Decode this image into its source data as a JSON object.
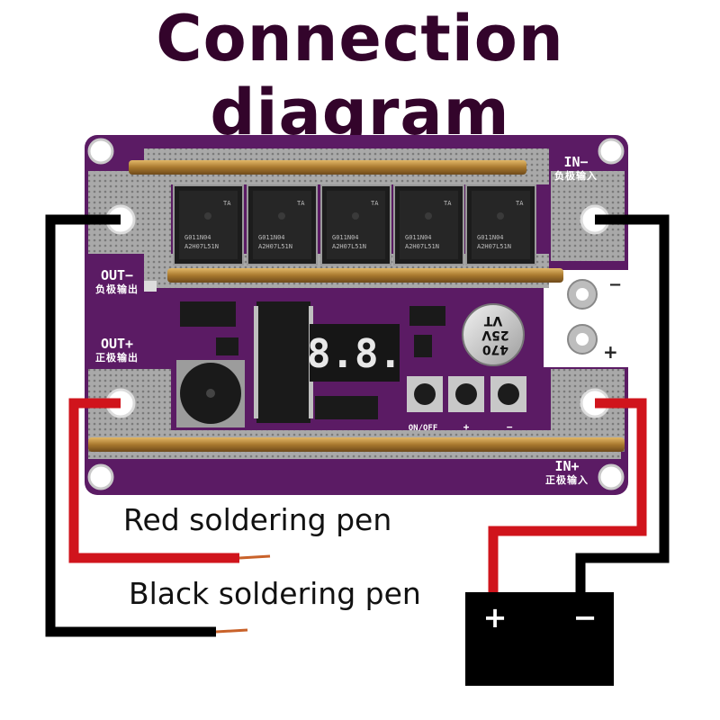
{
  "title": "Connection diagram",
  "board": {
    "in_minus": "IN−",
    "in_minus_cn": "负极输入",
    "in_plus": "IN+",
    "in_plus_cn": "正极输入",
    "out_minus": "OUT−",
    "out_minus_cn": "负极输出",
    "out_plus": "OUT+",
    "out_plus_cn": "正极输出",
    "display": "8.8.",
    "switch_on_off": "ON/OFF",
    "switch_plus": "+",
    "switch_minus": "−",
    "capacitor_line1": "470",
    "capacitor_line2": "25V",
    "capacitor_line3": "VT",
    "mosfet_marking": "G011N04",
    "mosfet_brand": "TA",
    "mosfet_code": "A2H07L51N",
    "terminal_minus": "−",
    "terminal_plus": "+"
  },
  "pens": {
    "red_label": "Red soldering pen",
    "black_label": "Black soldering pen"
  },
  "battery": {
    "plus": "+",
    "minus": "−"
  },
  "colors": {
    "title": "#33042b",
    "pcb": "#5a1a63",
    "wire_black": "#000000",
    "wire_red": "#d0141c",
    "copper": "#b8863a"
  }
}
